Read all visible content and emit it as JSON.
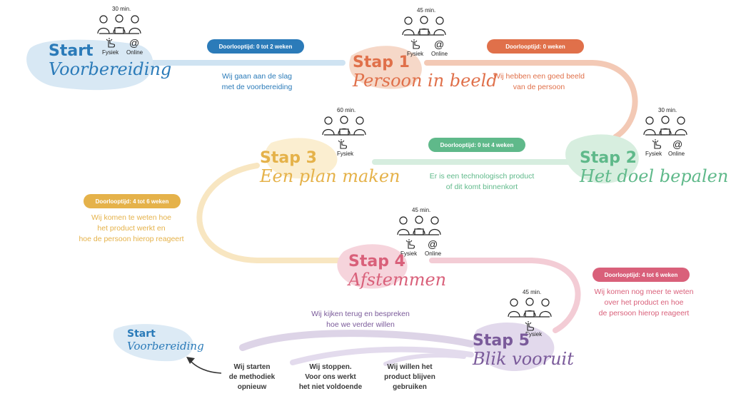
{
  "colors": {
    "start": "#2b7bb9",
    "stap1": "#e0704a",
    "stap2": "#5fb98a",
    "stap3": "#e5b24a",
    "stap4": "#d9607a",
    "stap5": "#7a5a9a",
    "text_dark": "#333333"
  },
  "start_top": {
    "title": "Start",
    "subtitle": "Voorbereiding"
  },
  "start_bottom": {
    "title": "Start",
    "subtitle": "Voorbereiding"
  },
  "stap1": {
    "title": "Stap 1",
    "subtitle": "Persoon in beeld",
    "duration_label": "45 min.",
    "fysiek": "Fysiek",
    "online": "Online"
  },
  "stap2": {
    "title": "Stap 2",
    "subtitle": "Het doel bepalen",
    "duration_label": "30 min.",
    "fysiek": "Fysiek",
    "online": "Online"
  },
  "stap3": {
    "title": "Stap 3",
    "subtitle": "Een plan maken",
    "duration_label": "60 min.",
    "fysiek": "Fysiek"
  },
  "stap4": {
    "title": "Stap 4",
    "subtitle": "Afstemmen",
    "duration_label": "45 min.",
    "fysiek": "Fysiek",
    "online": "Online"
  },
  "stap5": {
    "title": "Stap 5",
    "subtitle": "Blik vooruit",
    "duration_label": "45 min.",
    "fysiek": "Fysiek"
  },
  "start_meeting": {
    "duration_label": "30 min.",
    "fysiek": "Fysiek",
    "online": "Online"
  },
  "transitions": {
    "start_to_1": {
      "pill": "Doorlooptijd: 0 tot 2 weken",
      "line1": "Wij gaan aan de slag",
      "line2": "met de voorbereiding"
    },
    "1_to_2": {
      "pill": "Doorlooptijd: 0 weken",
      "line1": "Wij hebben een goed beeld",
      "line2": "van de persoon"
    },
    "2_to_3": {
      "pill": "Doorlooptijd: 0 tot 4 weken",
      "line1": "Er is een technologisch product",
      "line2": "of dit komt binnenkort"
    },
    "3_to_4": {
      "pill": "Doorlooptijd: 4 tot 6 weken",
      "line1": "Wij komen te weten hoe",
      "line2": "het  product werkt en",
      "line3": "hoe de persoon hierop reageert"
    },
    "4_to_5": {
      "pill": "Doorlooptijd: 4 tot 6 weken",
      "line1": "Wij komen nog meer te weten",
      "line2": "over het product en hoe",
      "line3": "de persoon hierop reageert"
    }
  },
  "review": {
    "line1": "Wij kijken terug en bespreken",
    "line2": "hoe we verder willen"
  },
  "options": [
    {
      "line1": "Wij starten",
      "line2": "de methodiek",
      "line3": "opnieuw"
    },
    {
      "line1": "Wij stoppen.",
      "line2": "Voor ons werkt",
      "line3": "het niet voldoende"
    },
    {
      "line1": "Wij willen het",
      "line2": "product blijven",
      "line3": "gebruiken"
    }
  ]
}
